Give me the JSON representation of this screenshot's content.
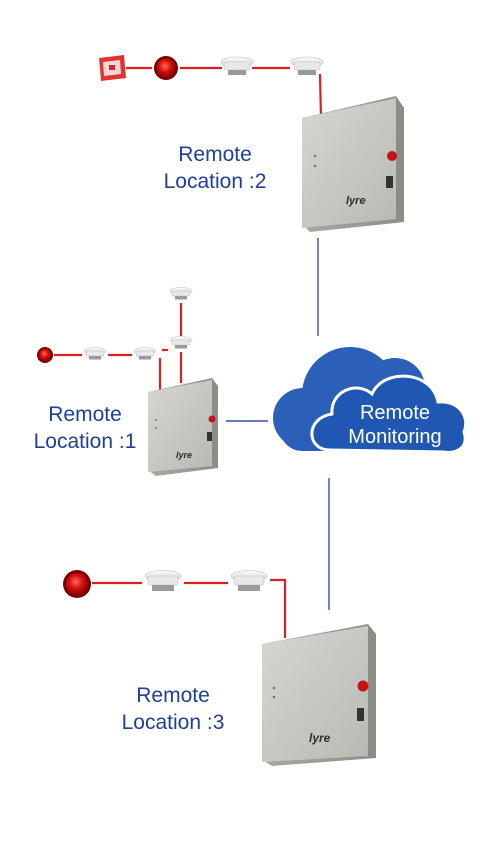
{
  "colors": {
    "wire": "#e01e1e",
    "link": "#3a4fa6",
    "cloud_outer": "#2b5fb8",
    "cloud_inner": "#1f57b3",
    "label": "#1f3f99",
    "panel": "#c8c8c4",
    "panel_dark": "#9d9d99"
  },
  "cloud": {
    "line1": "Remote",
    "line2": "Monitoring"
  },
  "locations": [
    {
      "line1": "Remote",
      "line2": "Location :2"
    },
    {
      "line1": "Remote",
      "line2": "Location :1"
    },
    {
      "line1": "Remote",
      "line2": "Location :3"
    }
  ],
  "icons": {
    "panel": "fire-alarm-panel-icon",
    "detector": "smoke-detector-icon",
    "sounder": "siren-icon",
    "call_point": "manual-call-point-icon"
  }
}
